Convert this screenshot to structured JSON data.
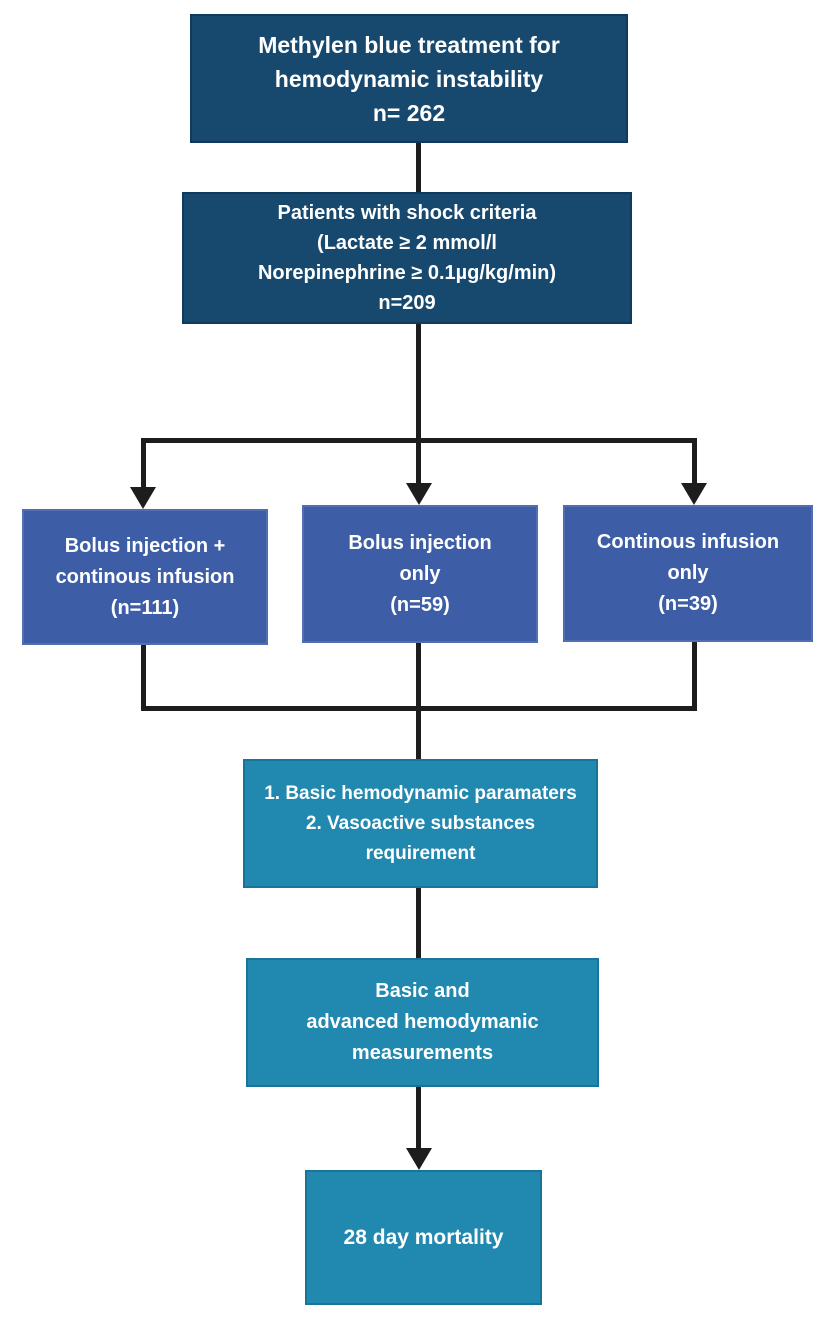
{
  "colors": {
    "navy": "#17486E",
    "blue": "#3D5EA7",
    "teal": "#2188AF",
    "arrow": "#1D1D1D",
    "text": "#FFFFFF",
    "background": "#FFFFFF"
  },
  "nodes": {
    "study": {
      "lines": [
        "Methylen blue treatment for",
        "hemodynamic instability",
        "n= 262"
      ]
    },
    "shock": {
      "lines": [
        "Patients with shock criteria",
        "(Lactate ≥ 2 mmol/l",
        "Norepinephrine ≥ 0.1µg/kg/min)",
        "n=209"
      ]
    },
    "bolus_combo": {
      "lines": [
        "Bolus injection +",
        "continous infusion",
        "(n=111)"
      ]
    },
    "bolus_only": {
      "lines": [
        "Bolus injection",
        "only",
        "(n=59)"
      ]
    },
    "infusion_only": {
      "lines": [
        "Continous infusion",
        "only",
        "(n=39)"
      ]
    },
    "parameters": {
      "lines": [
        "1. Basic hemodynamic paramaters",
        "2. Vasoactive substances",
        "requirement"
      ]
    },
    "measurements": {
      "lines": [
        "Basic and",
        "advanced hemodymanic",
        "measurements"
      ]
    },
    "mortality": {
      "lines": [
        "28 day mortality"
      ]
    }
  }
}
